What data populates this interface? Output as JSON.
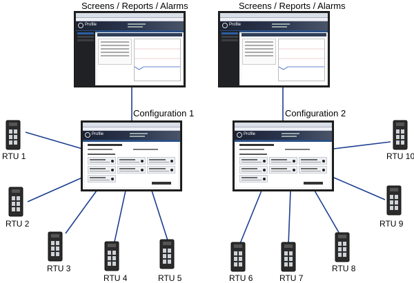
{
  "labels": {
    "top_left": "Screens / Reports / Alarms",
    "top_right": "Screens / Reports / Alarms",
    "config_left": "Configuration 1",
    "config_right": "Configuration 2"
  },
  "logo_text": "Profile",
  "rtus": [
    "RTU 1",
    "RTU 2",
    "RTU 3",
    "RTU 4",
    "RTU 5",
    "RTU 6",
    "RTU 7",
    "RTU 8",
    "RTU 9",
    "RTU 10"
  ],
  "colors": {
    "line": "#1a3d8f",
    "rtu_body": "#2b2b2b",
    "screen_banner": "#1b2233"
  }
}
